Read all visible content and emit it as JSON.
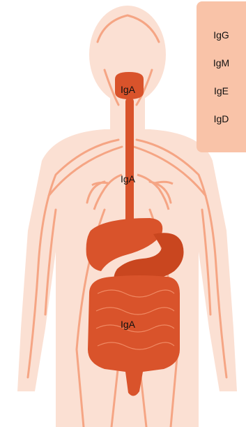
{
  "colors": {
    "body_fill": "#fbe0d3",
    "vessel": "#f5a584",
    "organ": "#d9532b",
    "organ_dark": "#b8401d",
    "legend_bg": "#f9c3a8"
  },
  "diagram": {
    "organ_labels": {
      "mouth": "IgA",
      "lungs": "IgA",
      "intestines": "IgA"
    },
    "legend": {
      "items": [
        "IgG",
        "IgM",
        "IgE",
        "IgD"
      ]
    }
  }
}
